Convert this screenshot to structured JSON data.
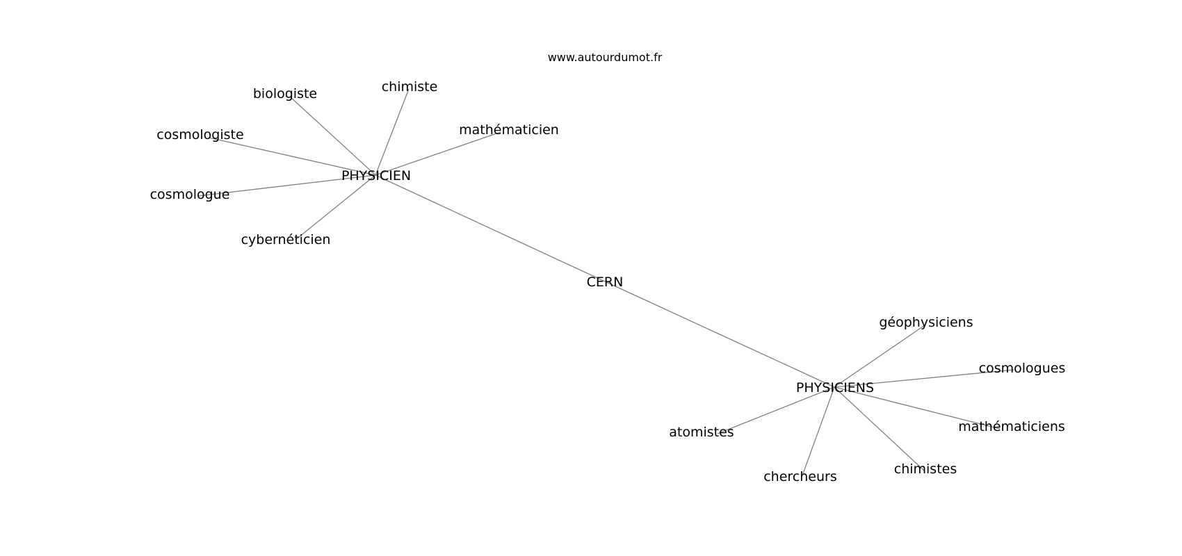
{
  "watermark": "www.autourdumot.fr",
  "graph": {
    "nodes": [
      {
        "id": "cern",
        "label": "CERN"
      },
      {
        "id": "physicien",
        "label": "PHYSICIEN"
      },
      {
        "id": "physiciens",
        "label": "PHYSICIENS"
      },
      {
        "id": "biologiste",
        "label": "biologiste"
      },
      {
        "id": "chimiste",
        "label": "chimiste"
      },
      {
        "id": "mathematicien",
        "label": "mathématicien"
      },
      {
        "id": "cosmologiste",
        "label": "cosmologiste"
      },
      {
        "id": "cosmologue",
        "label": "cosmologue"
      },
      {
        "id": "cyberneticien",
        "label": "cybernéticien"
      },
      {
        "id": "geophysiciens",
        "label": "géophysiciens"
      },
      {
        "id": "cosmologues",
        "label": "cosmologues"
      },
      {
        "id": "mathematiciens",
        "label": "mathématiciens"
      },
      {
        "id": "chimistes",
        "label": "chimistes"
      },
      {
        "id": "chercheurs",
        "label": "chercheurs"
      },
      {
        "id": "atomistes",
        "label": "atomistes"
      }
    ],
    "edges": [
      [
        "cern",
        "physicien"
      ],
      [
        "cern",
        "physiciens"
      ],
      [
        "physicien",
        "biologiste"
      ],
      [
        "physicien",
        "chimiste"
      ],
      [
        "physicien",
        "mathematicien"
      ],
      [
        "physicien",
        "cosmologiste"
      ],
      [
        "physicien",
        "cosmologue"
      ],
      [
        "physicien",
        "cyberneticien"
      ],
      [
        "physiciens",
        "geophysiciens"
      ],
      [
        "physiciens",
        "cosmologues"
      ],
      [
        "physiciens",
        "mathematiciens"
      ],
      [
        "physiciens",
        "chimistes"
      ],
      [
        "physiciens",
        "chercheurs"
      ],
      [
        "physiciens",
        "atomistes"
      ]
    ]
  }
}
